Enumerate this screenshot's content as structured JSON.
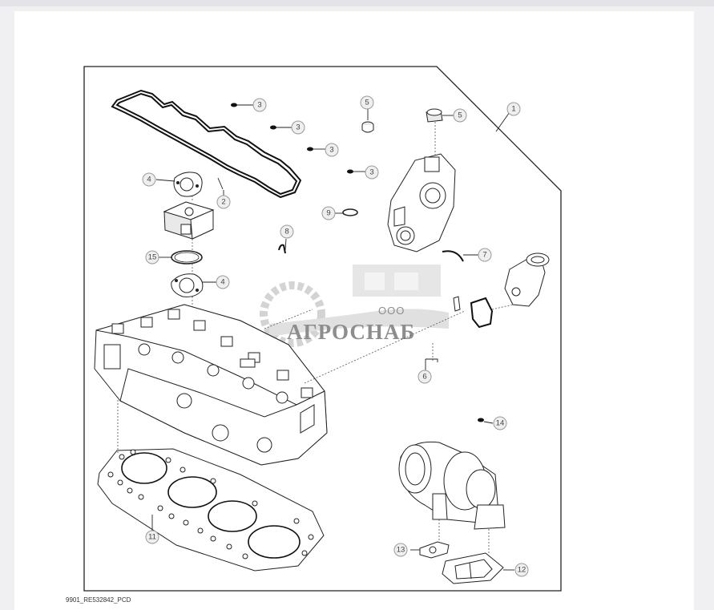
{
  "callouts": {
    "c1": "1",
    "c2": "2",
    "c3a": "3",
    "c3b": "3",
    "c3c": "3",
    "c3d": "3",
    "c4a": "4",
    "c4b": "4",
    "c5a": "5",
    "c5b": "5",
    "c6": "6",
    "c7": "7",
    "c8": "8",
    "c9": "9",
    "c11": "11",
    "c12": "12",
    "c13": "13",
    "c14": "14",
    "c15": "15"
  },
  "watermark": {
    "company": "ООО",
    "brand": "АГРОСНАБ"
  },
  "footer": {
    "drawing_code": "9901_RE532842_PCD"
  },
  "colors": {
    "line": "#222222",
    "callout_fill": "#efefef",
    "watermark": "#9a9a9a"
  }
}
